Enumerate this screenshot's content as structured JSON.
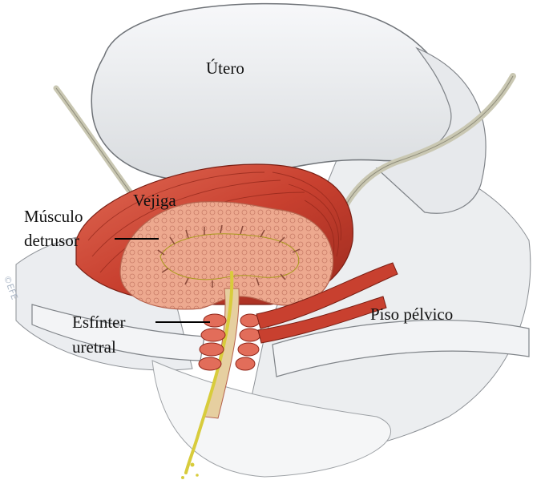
{
  "labels": {
    "uterus": "Útero",
    "bladder": "Vejiga",
    "detrusor_line1": "Músculo",
    "detrusor_line2": "detrusor",
    "sphincter_line1": "Esfínter",
    "sphincter_line2": "uretral",
    "pelvic_floor": "Piso pélvico"
  },
  "watermark": "©EFE",
  "colors": {
    "muscle": "#c8402f",
    "muscle_dark": "#9c2a1e",
    "tissue": "#eda98f",
    "urine": "#d8cc3c",
    "organ_white": "#eeeff1",
    "outline": "#7f8388",
    "ureter": "#c9c7b2"
  }
}
